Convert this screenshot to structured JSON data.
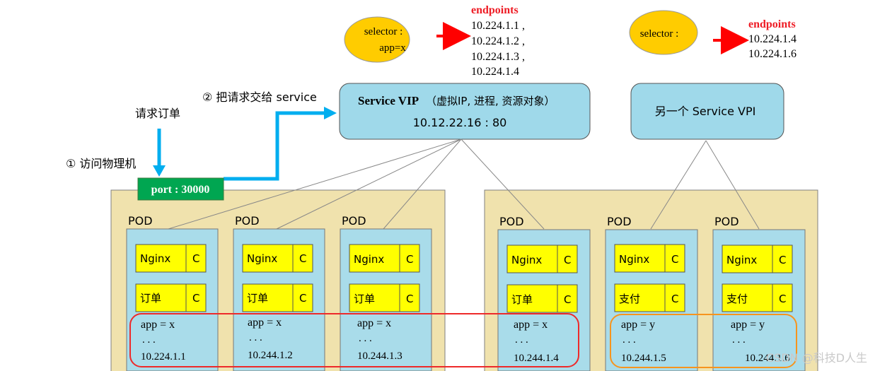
{
  "left_selector": {
    "line1": "selector :",
    "line2": "app=x"
  },
  "left_endpoints": {
    "title": "endpoints",
    "items": [
      "10.224.1.1 ,",
      "10.224.1.2 ,",
      "10.224.1.3 ,",
      "10.224.1.4"
    ]
  },
  "right_selector": {
    "line1": "selector :"
  },
  "right_endpoints": {
    "title": "endpoints",
    "items": [
      "10.224.1.4",
      "10.224.1.6"
    ]
  },
  "service_vip": {
    "title": "Service VIP",
    "subtitle": "（虚拟IP, 进程, 资源对象）",
    "address": "10.12.22.16 : 80"
  },
  "service_vpi": {
    "label": "另一个 Service VPI"
  },
  "step1": "① 访问物理机",
  "request_label": "请求订单",
  "step2": "② 把请求交给 service",
  "port": "port : 30000",
  "pods": [
    {
      "title": "POD",
      "c1": "Nginx",
      "c1b": "C",
      "c2": "订单",
      "c2b": "C",
      "label": "app = x",
      "dots": ". . .",
      "ip": "10.224.1.1"
    },
    {
      "title": "POD",
      "c1": "Nginx",
      "c1b": "C",
      "c2": "订单",
      "c2b": "C",
      "label": "app = x",
      "dots": ". . .",
      "ip": "10.244.1.2"
    },
    {
      "title": "POD",
      "c1": "Nginx",
      "c1b": "C",
      "c2": "订单",
      "c2b": "C",
      "label": "app = x",
      "dots": ". . .",
      "ip": "10.244.1.3"
    },
    {
      "title": "POD",
      "c1": "Nginx",
      "c1b": "C",
      "c2": "订单",
      "c2b": "C",
      "label": "app = x",
      "dots": ". . .",
      "ip": "10.244.1.4"
    },
    {
      "title": "POD",
      "c1": "Nginx",
      "c1b": "C",
      "c2": "支付",
      "c2b": "C",
      "label": "app = y",
      "dots": ". . .",
      "ip": "10.244.1.5"
    },
    {
      "title": "POD",
      "c1": "Nginx",
      "c1b": "C",
      "c2": "支付",
      "c2b": "C",
      "label": "app = y",
      "dots": ". . .",
      "ip": "10.244.1.6"
    }
  ],
  "watermark": "CSDN @科技D人生",
  "colors": {
    "node_bg": "#f0e2ad",
    "pod_bg": "#a9dcea",
    "container_bg": "#ffff00",
    "selector_bg": "#ffcc00",
    "service_bg": "#9fd9ea",
    "port_bg": "#00a651",
    "arrow_blue": "#00aeef",
    "arrow_red": "#ff0000",
    "group_red": "#ee2a2a",
    "group_orange": "#f7941d"
  }
}
